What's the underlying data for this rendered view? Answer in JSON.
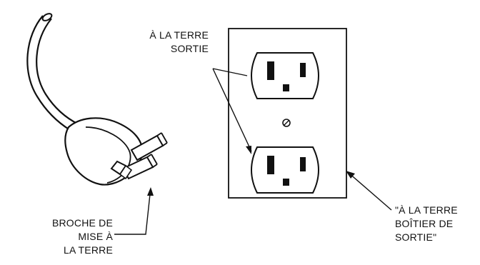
{
  "labels": {
    "ground_outlet": [
      "À LA TERRE",
      "SORTIE"
    ],
    "grounding_prong": [
      "BROCHE DE",
      "MISE À",
      "LA TERRE"
    ],
    "grounded_box": [
      "\"À LA TERRE",
      "BOÎTIER DE",
      "SORTIE\""
    ]
  },
  "colors": {
    "stroke": "#111111",
    "fill": "#ffffff"
  },
  "icons": [
    "power-cord-icon",
    "plug-icon",
    "ground-prong-icon",
    "outlet-receptacle-icon",
    "cover-plate-screw-icon"
  ]
}
